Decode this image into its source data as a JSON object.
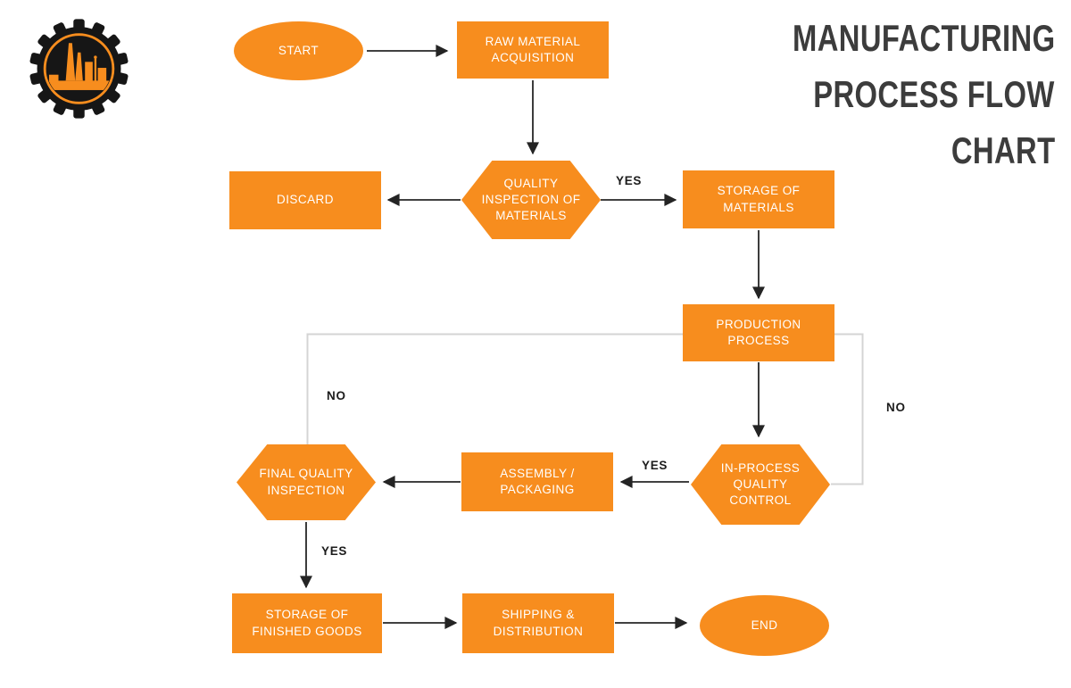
{
  "title": {
    "lines": [
      "MANUFACTURING",
      "PROCESS FLOW",
      "CHART"
    ]
  },
  "logo": {
    "icon": "factory-gear-logo"
  },
  "colors": {
    "shape_orange": "#F78D1E",
    "title_text": "#3C3C3C",
    "arrow_black": "#242424",
    "loop_line_gray": "#D4D4D4",
    "node_text": "#FFFFFF",
    "background": "#FFFFFF"
  },
  "flowchart": {
    "nodes": [
      {
        "id": "start",
        "shape": "ellipse",
        "label": "START"
      },
      {
        "id": "raw-material-acquisition",
        "shape": "rectangle",
        "label": "RAW MATERIAL\nACQUISITION"
      },
      {
        "id": "quality-inspection-of-materials",
        "shape": "hexagon",
        "label": "QUALITY\nINSPECTION OF\nMATERIALS"
      },
      {
        "id": "discard",
        "shape": "rectangle",
        "label": "DISCARD"
      },
      {
        "id": "storage-of-materials",
        "shape": "rectangle",
        "label": "STORAGE OF\nMATERIALS"
      },
      {
        "id": "production-process",
        "shape": "rectangle",
        "label": "PRODUCTION\nPROCESS"
      },
      {
        "id": "in-process-quality-control",
        "shape": "hexagon",
        "label": "IN-PROCESS\nQUALITY\nCONTROL"
      },
      {
        "id": "assembly-packaging",
        "shape": "rectangle",
        "label": "ASSEMBLY /\nPACKAGING"
      },
      {
        "id": "final-quality-inspection",
        "shape": "hexagon",
        "label": "FINAL QUALITY\nINSPECTION"
      },
      {
        "id": "storage-of-finished-goods",
        "shape": "rectangle",
        "label": "STORAGE OF\nFINISHED GOODS"
      },
      {
        "id": "shipping-distribution",
        "shape": "rectangle",
        "label": "SHIPPING &\nDISTRIBUTION"
      },
      {
        "id": "end",
        "shape": "ellipse",
        "label": "END"
      }
    ],
    "edge_labels": {
      "yes_to_storage_of_materials": "YES",
      "yes_to_assembly_packaging": "YES",
      "yes_to_storage_of_finished_goods": "YES",
      "no_from_final_quality_inspection": "NO",
      "no_from_in_process_quality_control": "NO"
    },
    "connections": [
      "START → RAW MATERIAL ACQUISITION",
      "RAW MATERIAL ACQUISITION → QUALITY INSPECTION OF MATERIALS",
      "QUALITY INSPECTION OF MATERIALS → DISCARD",
      "QUALITY INSPECTION OF MATERIALS → STORAGE OF MATERIALS (YES)",
      "STORAGE OF MATERIALS → PRODUCTION PROCESS",
      "PRODUCTION PROCESS → IN-PROCESS QUALITY CONTROL",
      "IN-PROCESS QUALITY CONTROL → ASSEMBLY / PACKAGING (YES)",
      "IN-PROCESS QUALITY CONTROL → PRODUCTION PROCESS (NO)",
      "ASSEMBLY / PACKAGING → FINAL QUALITY INSPECTION",
      "FINAL QUALITY INSPECTION → PRODUCTION PROCESS (NO)",
      "FINAL QUALITY INSPECTION → STORAGE OF FINISHED GOODS (YES)",
      "STORAGE OF FINISHED GOODS → SHIPPING & DISTRIBUTION",
      "SHIPPING & DISTRIBUTION → END"
    ]
  }
}
